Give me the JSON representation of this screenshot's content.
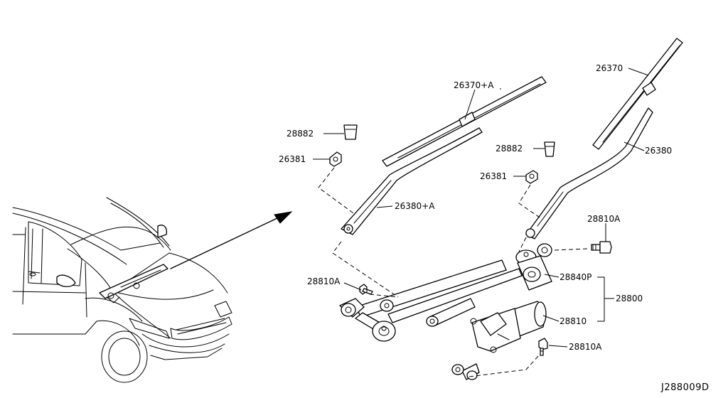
{
  "diagram_code": "J288009D",
  "labels": {
    "wiper_blade_right": "26370",
    "wiper_blade_left": "26370+A",
    "cap_left": "28882",
    "cap_right": "28882",
    "nut_left": "26381",
    "nut_right": "26381",
    "wiper_arm_left": "26380+A",
    "wiper_arm_right": "26380",
    "bolt_top_right": "28810A",
    "bolt_left": "28810A",
    "bolt_bottom": "28810A",
    "linkage": "28840P",
    "wiper_assembly": "28800",
    "wiper_motor": "28810"
  }
}
